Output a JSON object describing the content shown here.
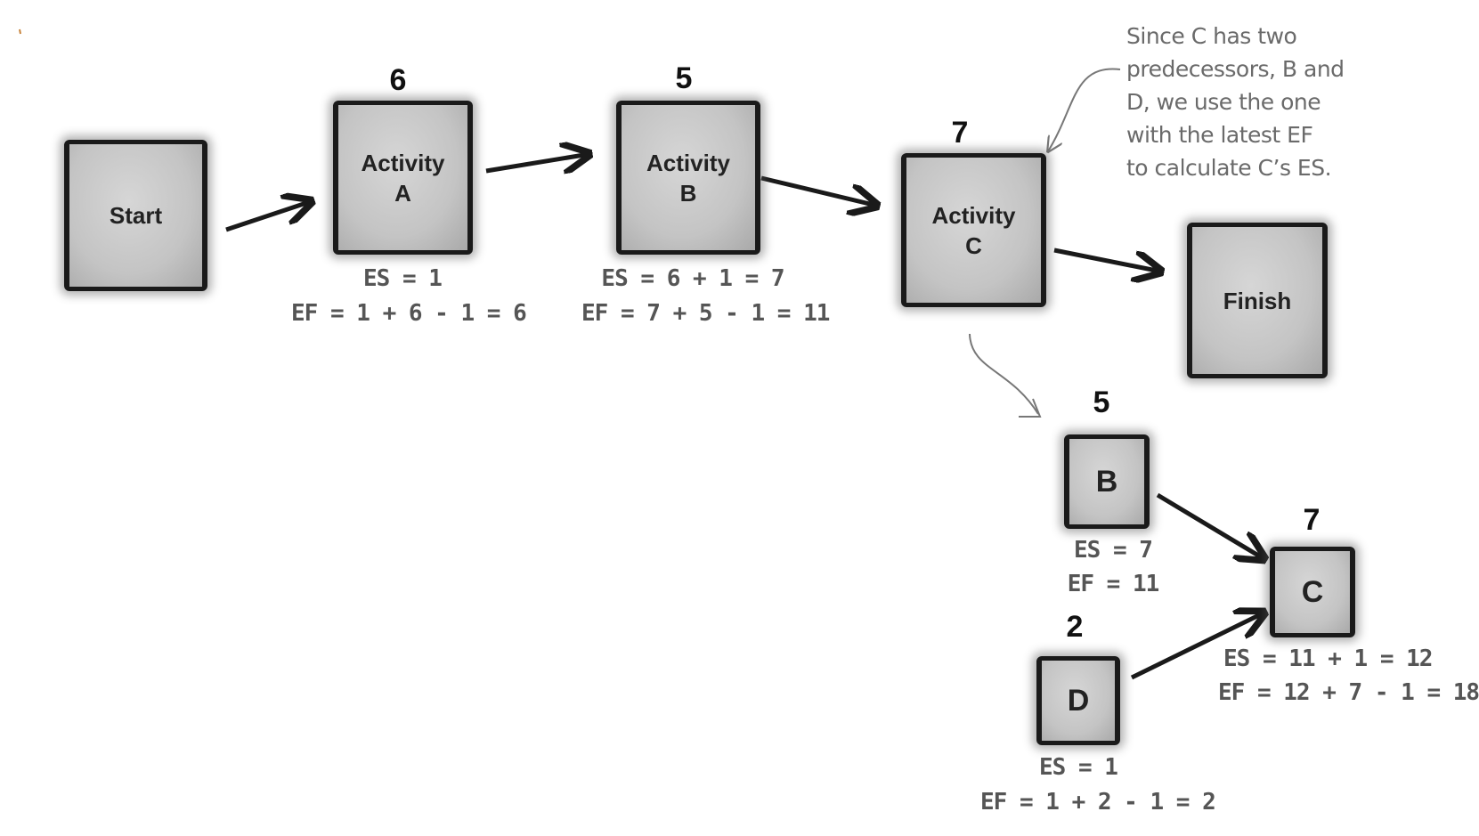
{
  "nodes": {
    "start": {
      "label": "Start"
    },
    "a": {
      "label": "Activity\nA",
      "duration": "6",
      "es": "ES = 1",
      "ef": "EF = 1 + 6 - 1 = 6"
    },
    "b": {
      "label": "Activity\nB",
      "duration": "5",
      "es": "ES = 6 + 1 = 7",
      "ef": "EF = 7 + 5 - 1 = 11"
    },
    "c": {
      "label": "Activity\nC",
      "duration": "7"
    },
    "finish": {
      "label": "Finish"
    }
  },
  "detail": {
    "b": {
      "label": "B",
      "duration": "5",
      "es": "ES = 7",
      "ef": "EF = 11"
    },
    "d": {
      "label": "D",
      "duration": "2",
      "es": "ES = 1",
      "ef": "EF = 1 + 2 - 1 = 2"
    },
    "c": {
      "label": "C",
      "duration": "7",
      "es": "ES = 11 + 1 = 12",
      "ef": "EF = 12 + 7 - 1 = 18"
    }
  },
  "callout": {
    "lines": [
      "Since C has two",
      "predecessors, B and",
      "D, we use the one",
      "with the latest EF",
      "to calculate C’s ES."
    ]
  },
  "colors": {
    "ink": "#1a1a1a",
    "node_fill": "#c4c4c4",
    "annotation": "#6a6a6a"
  }
}
